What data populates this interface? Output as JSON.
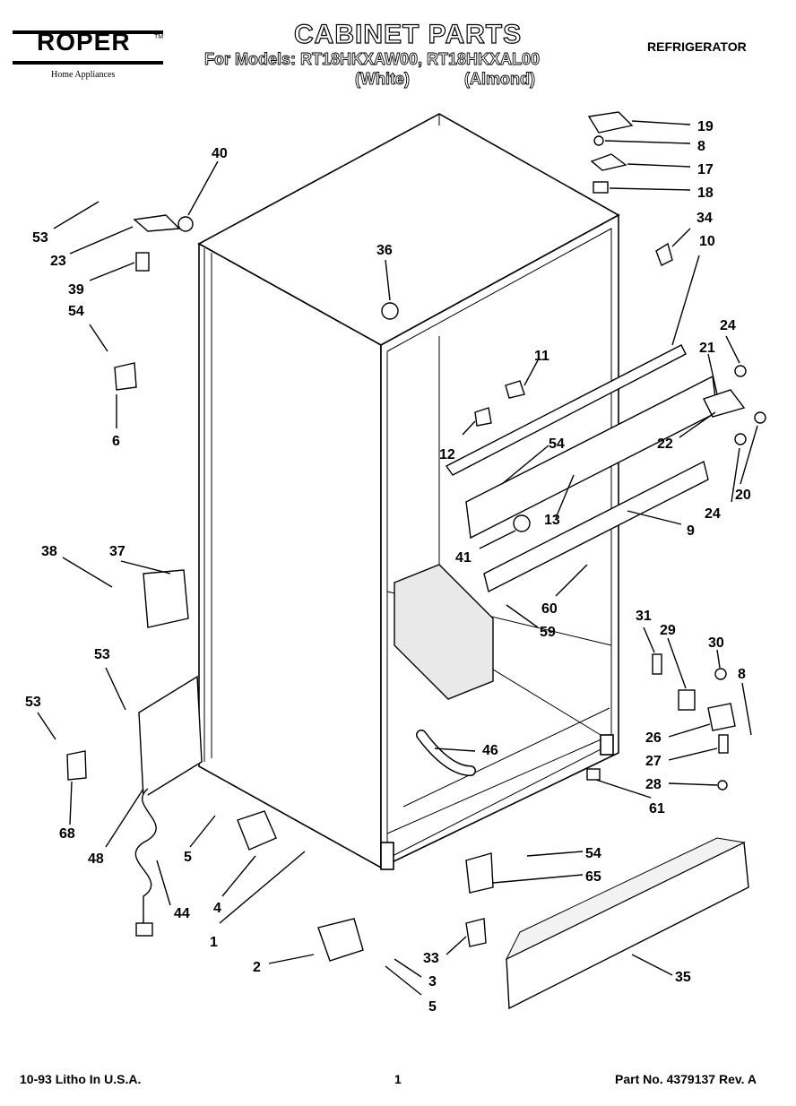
{
  "header": {
    "brand": "ROPER",
    "brand_tm": "TM",
    "brand_tagline": "Home Appliances",
    "title": "CABINET PARTS",
    "models_line": "For Models: RT18HKXAW00, RT18HKXAL00",
    "variant_white": "(White)",
    "variant_almond": "(Almond)",
    "category": "REFRIGERATOR"
  },
  "callouts": [
    "19",
    "8",
    "17",
    "18",
    "34",
    "10",
    "40",
    "53",
    "23",
    "39",
    "36",
    "54",
    "6",
    "11",
    "12",
    "54",
    "24",
    "21",
    "22",
    "24",
    "20",
    "13",
    "9",
    "41",
    "38",
    "37",
    "60",
    "59",
    "31",
    "29",
    "30",
    "8",
    "53",
    "53",
    "46",
    "26",
    "27",
    "28",
    "61",
    "68",
    "48",
    "5",
    "4",
    "44",
    "1",
    "54",
    "65",
    "2",
    "33",
    "3",
    "5",
    "35"
  ],
  "footer": {
    "left": "10-93 Litho In U.S.A.",
    "center": "1",
    "right": "Part No. 4379137  Rev. A"
  }
}
